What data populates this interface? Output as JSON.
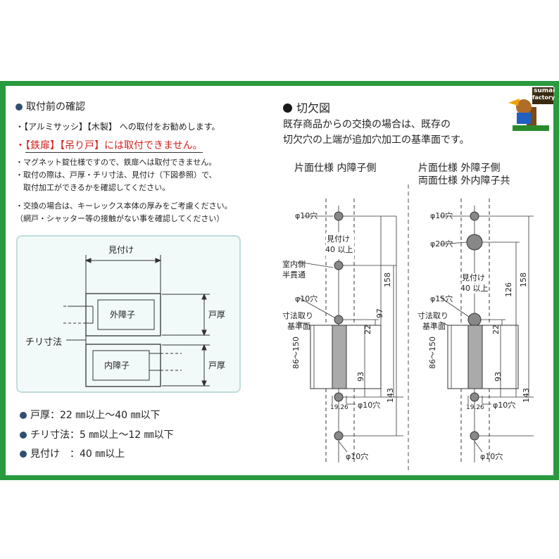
{
  "left": {
    "heading": "取付前の確認",
    "lines": [
      "・【アルミサッシ】【木製】 への取付をお勧めします。",
      "【鉄扉】【吊り戸】には取付できません。",
      "・マグネット錠仕様ですので、鉄扉へは取付できません。",
      "・取付の際は、戸厚・チリ寸法、見付け（下図参照）で、",
      "　取付加工ができるかを確認してください。",
      "・交換の場合は、キーレックス本体の厚みをご考慮ください。",
      "（網戸・シャッター等の接触がない事を確認してください）"
    ],
    "red_prefix": "・",
    "diagram": {
      "mitsuke": "見付け",
      "outer": "外障子",
      "inner": "内障子",
      "todoku1": "戸厚",
      "todoku2": "戸厚",
      "chiri": "チリ寸法"
    },
    "specs": [
      "戸厚：22 ㎜以上〜40 ㎜以下",
      "チリ寸法：5 ㎜以上〜12 ㎜以下",
      "見付け　：40 ㎜以上"
    ]
  },
  "right": {
    "heading": "切欠図",
    "desc1": "既存商品からの交換の場合は、既存の",
    "desc2": "切欠穴の上端が追加穴加工の基準面です。",
    "col1_title": "片面仕様 内障子側",
    "col2_title1": "片面仕様 外障子側",
    "col2_title2": "両面仕様 外内障子共",
    "d1": {
      "phi10_top": "φ10穴",
      "mitsuke1": "見付け",
      "mitsuke2": "40 以上",
      "shitsunai1": "室内側",
      "shitsunai2": "半貫通",
      "phi10_mid": "φ10穴",
      "sunpo1": "寸法取り",
      "sunpo2": "基準面",
      "range": "86〜150",
      "w": "19.26",
      "phi10_b1": "φ10穴",
      "phi10_b2": "φ10穴",
      "n158": "158",
      "n97": "97",
      "n22": "22",
      "n93": "93",
      "n143": "143"
    },
    "d2": {
      "phi10_top": "φ10穴",
      "phi20": "φ20穴",
      "mitsuke1": "見付け",
      "mitsuke2": "40 以上",
      "phi15": "φ15穴",
      "sunpo1": "寸法取り",
      "sunpo2": "基準面",
      "range": "86〜150",
      "w": "19.26",
      "phi10_b1": "φ10穴",
      "phi10_b2": "φ10穴",
      "n158": "158",
      "n126": "126",
      "n22": "22",
      "n93": "93",
      "n143": "143"
    }
  },
  "logo": {
    "line1": "sumai",
    "line2": "factory"
  },
  "colors": {
    "frame": "#2a9a3f",
    "bullet": "#2f4e73",
    "red": "#d0201c",
    "box": "#f2f9f9"
  }
}
